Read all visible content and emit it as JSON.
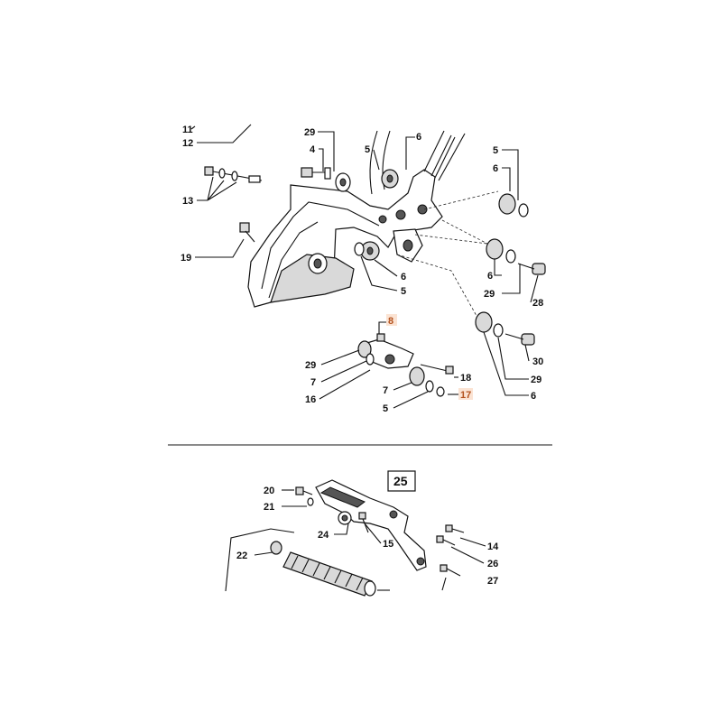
{
  "upper_section": {
    "labels": {
      "l11": "11",
      "l12": "12",
      "l29_top": "29",
      "l4": "4",
      "l5_top": "5",
      "l6_top": "6",
      "l5_right": "5",
      "l6_right": "6",
      "l13": "13",
      "l19": "19",
      "l6_mid": "6",
      "l5_mid": "5",
      "l6_r2": "6",
      "l29_r2": "29",
      "l28": "28",
      "l8": "8",
      "l29_left": "29",
      "l7_left": "7",
      "l16": "16",
      "l18": "18",
      "l7_mid": "7",
      "l17": "17",
      "l5_low": "5",
      "l30": "30",
      "l29_low": "29",
      "l6_low": "6"
    },
    "highlighted": [
      "8",
      "17"
    ]
  },
  "lower_section": {
    "box_number": "25",
    "labels": {
      "l20": "20",
      "l21": "21",
      "l22": "22",
      "l24": "24",
      "l15": "15",
      "l14": "14",
      "l26": "26",
      "l27": "27"
    }
  },
  "colors": {
    "highlight_text": "#b4531f",
    "highlight_bg": "#fbe3d3"
  }
}
